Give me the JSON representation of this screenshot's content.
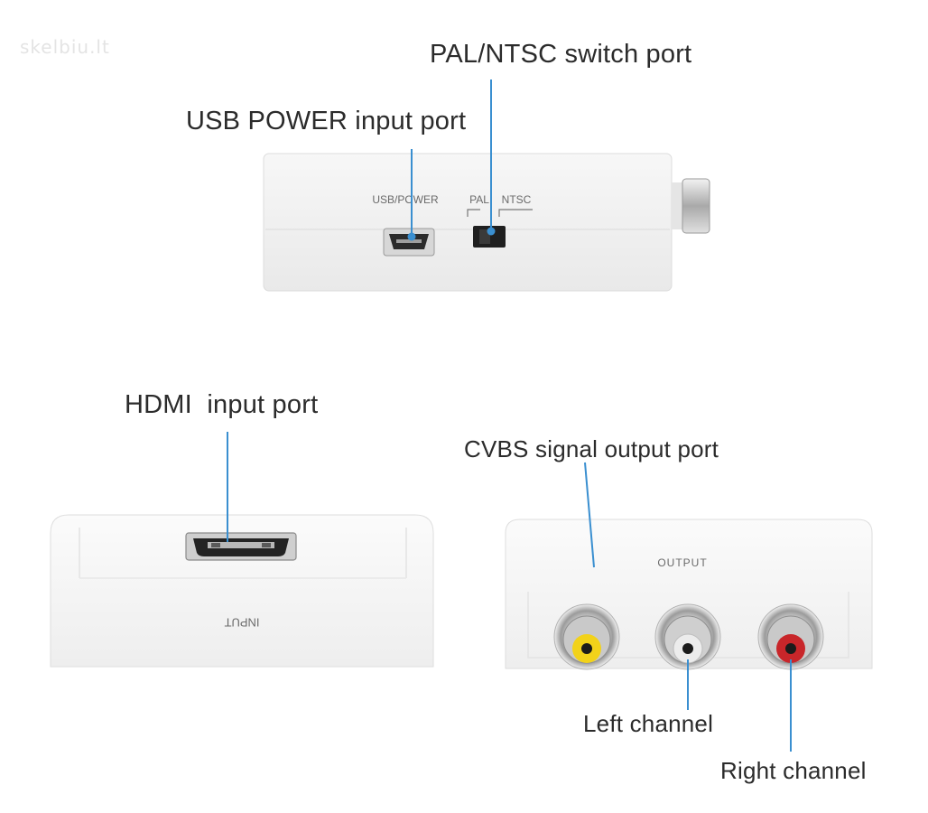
{
  "watermark": "skelbiu.lt",
  "callouts": {
    "pal_ntsc_switch": "PAL/NTSC switch port",
    "usb_power": "USB POWER input port",
    "hdmi_input": "HDMI  input port",
    "cvbs_output": "CVBS signal output port",
    "left_channel": "Left channel",
    "right_channel": "Right channel"
  },
  "device_labels": {
    "usb_power": "USB/POWER",
    "pal": "PAL",
    "ntsc": "NTSC",
    "input": "INPUT",
    "output": "OUTPUT"
  },
  "colors": {
    "leader_line": "#3a8fd0",
    "rca_video": "#f2d21a",
    "rca_left": "#e8e8e8",
    "rca_right": "#c8262a",
    "device_body": "#f4f4f4"
  }
}
